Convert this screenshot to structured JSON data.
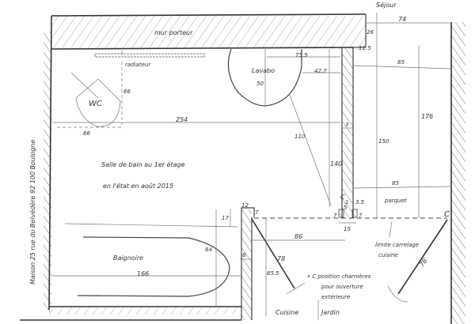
{
  "title": {
    "line1": "Salle de bain au 1er étage",
    "line2": "en l'état en août 2015"
  },
  "address": "Maison 25 rue du Belvédère 92 100 Boulogne",
  "rooms": {
    "sejour": "Séjour",
    "cuisine": "Cuisine",
    "jardin": "Jardin"
  },
  "labels": {
    "wall": "mur porteur",
    "radiator": "radiateur",
    "wc": "WC",
    "sink": "Lavabo",
    "bathtub": "Baignoire",
    "floor": "parquet",
    "tile_limit": "limite carrelage",
    "tile_limit2": "cuisine",
    "hinge_note1": "• C position charnières",
    "hinge_note2": "pour ouverture",
    "hinge_note3": "extérieure",
    "hinge_c1": "C",
    "hinge_c2": "C"
  },
  "dimensions": {
    "wc_v": "66",
    "wc_h": "66",
    "room_w": "254",
    "sink_w": "75.5",
    "sink_d": "42.7",
    "sink_h": "50",
    "diag": "110",
    "partition_h": "140",
    "gap": "3",
    "sejour_w": "74",
    "stub": "26",
    "stub2": "11.5",
    "corr_w": "85",
    "corr_h": "176",
    "corr_h2": "150",
    "corr_w2": "85",
    "tub_w": "84",
    "tub_l": "166",
    "d17": "17",
    "d12": "12",
    "d7a": "7",
    "d8": "8",
    "d86": "86",
    "door1": "78",
    "d855": "85.5",
    "d15": "15",
    "d7b": "7",
    "d7c": "7",
    "d35": "3.5",
    "d1": "1",
    "d5": "5",
    "door2": "78"
  }
}
